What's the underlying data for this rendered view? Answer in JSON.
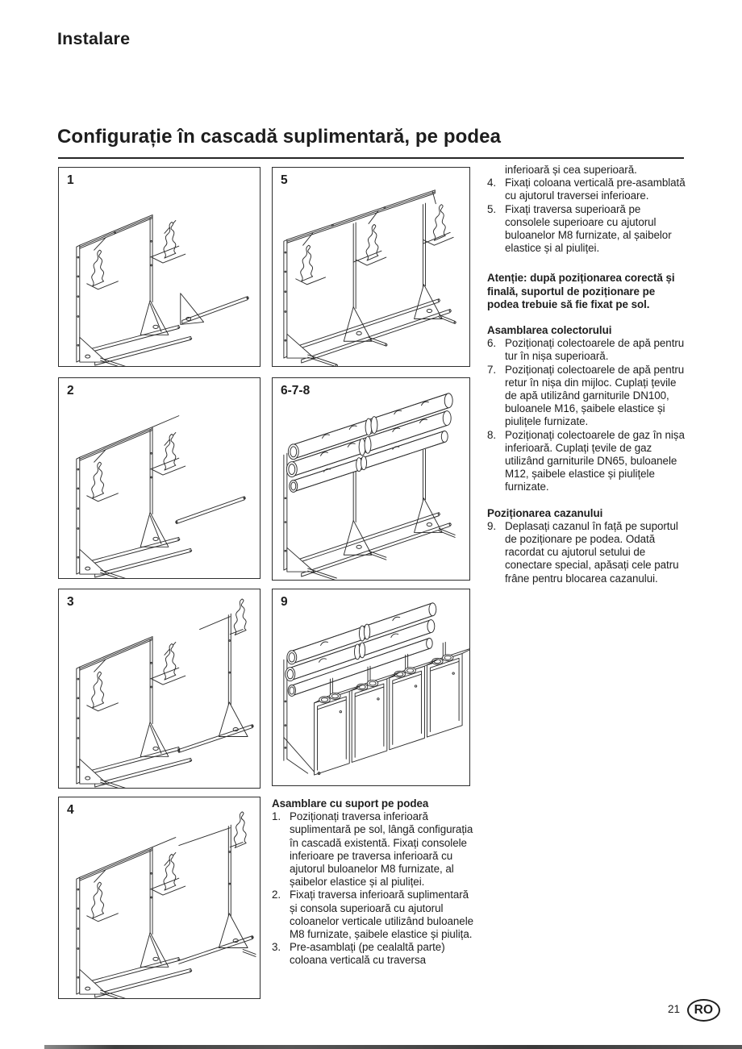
{
  "page": {
    "kicker": "Instalare",
    "section_title": "Configurație în cascadă suplimentară, pe podea"
  },
  "figures": [
    {
      "label": "1"
    },
    {
      "label": "2"
    },
    {
      "label": "3"
    },
    {
      "label": "4"
    },
    {
      "label": "5"
    },
    {
      "label": "6-7-8"
    },
    {
      "label": "9"
    }
  ],
  "instructions": {
    "floor_support": {
      "heading": "Asamblare cu suport pe podea",
      "items": [
        {
          "num": "1.",
          "text": "Poziționați traversa inferioară suplimentară pe sol, lângă configurația în cascadă existentă. Fixați consolele inferioare pe traversa inferioară cu ajutorul buloanelor M8 furnizate, al șaibelor elastice și al piuliței."
        },
        {
          "num": "2.",
          "text": "Fixați traversa inferioară suplimentară și consola superioară cu ajutorul coloanelor verticale utilizând buloanele M8 furnizate, șaibele elastice și piulița."
        },
        {
          "num": "3.",
          "text": "Pre-asamblați (pe cealaltă parte) coloana verticală cu traversa"
        }
      ],
      "continuation": "inferioară și cea superioară.",
      "items_cont": [
        {
          "num": "4.",
          "text": "Fixați coloana verticală pre-asamblată cu ajutorul traversei inferioare."
        },
        {
          "num": "5.",
          "text": "Fixați traversa superioară pe consolele superioare cu ajutorul buloanelor M8 furnizate, al șaibelor elastice și al piuliței."
        }
      ],
      "attention": "Atenție: după poziționarea corectă și finală, suportul de poziționare pe podea trebuie să fie fixat pe sol."
    },
    "collector": {
      "heading": "Asamblarea colectorului",
      "items": [
        {
          "num": "6.",
          "text": "Poziționați colectoarele de apă pentru tur în nișa superioară."
        },
        {
          "num": "7.",
          "text": "Poziționați colectoarele de apă pentru retur în nișa din mijloc. Cuplați țevile de apă utilizând garniturile DN100, buloanele M16, șaibele elastice și piulițele furnizate."
        },
        {
          "num": "8.",
          "text": "Poziționați colectoarele de gaz în nișa inferioară. Cuplați țevile de gaz utilizând garniturile DN65, buloanele M12, șaibele elastice și piulițele furnizate."
        }
      ]
    },
    "boiler": {
      "heading": "Poziționarea cazanului",
      "items": [
        {
          "num": "9.",
          "text": "Deplasați cazanul în față pe suportul de poziționare pe podea. Odată racordat cu ajutorul setului de conectare special, apăsați cele patru frâne pentru blocarea cazanului."
        }
      ]
    }
  },
  "footer": {
    "page_number": "21",
    "language_badge": "RO"
  }
}
